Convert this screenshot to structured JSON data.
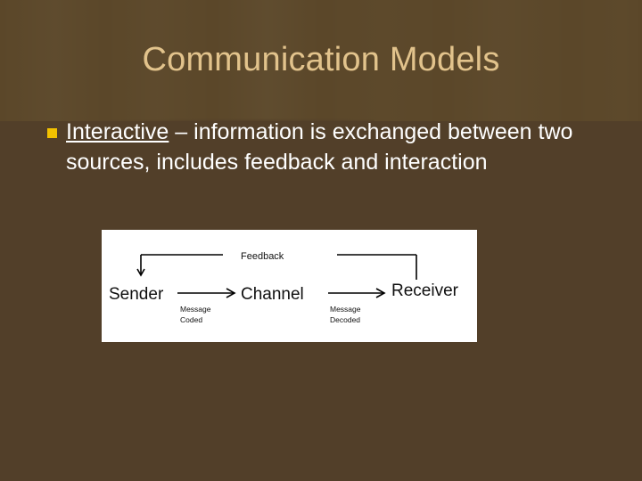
{
  "slide": {
    "title": "Communication Models",
    "background_color_top": "#5b4729",
    "background_color_bottom": "#523f29",
    "title_color": "#e2c38c",
    "body_text_color": "#ffffff",
    "bullet_marker_color": "#f2c100"
  },
  "body": {
    "bullets": [
      {
        "marker": "square-bullet",
        "term": "Interactive",
        "separator": " – ",
        "definition": "information is exchanged between two sources, includes feedback and interaction"
      }
    ]
  },
  "diagram": {
    "alt_name": "interactive-communication-model-diagram",
    "background_color": "#ffffff",
    "nodes": [
      {
        "id": "sender",
        "label": "Sender"
      },
      {
        "id": "channel",
        "label": "Channel"
      },
      {
        "id": "receiver",
        "label": "Receiver"
      }
    ],
    "edge_labels": [
      {
        "id": "message-coded",
        "line1": "Message",
        "line2": "Coded"
      },
      {
        "id": "message-decoded",
        "line1": "Message",
        "line2": "Decoded"
      }
    ],
    "feedback_label": "Feedback"
  }
}
